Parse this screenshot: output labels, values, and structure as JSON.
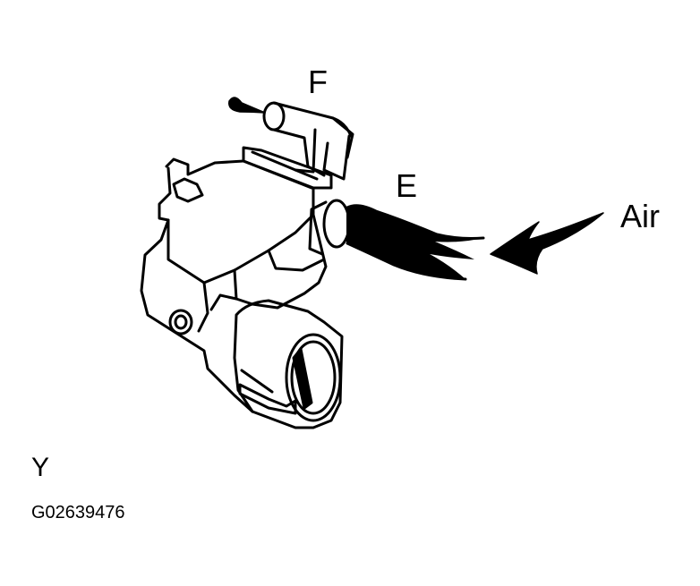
{
  "labels": {
    "port_f": "F",
    "port_e": "E",
    "air": "Air",
    "view": "Y",
    "figure_code": "G02639476"
  },
  "colors": {
    "ink": "#000000",
    "paper": "#ffffff"
  }
}
